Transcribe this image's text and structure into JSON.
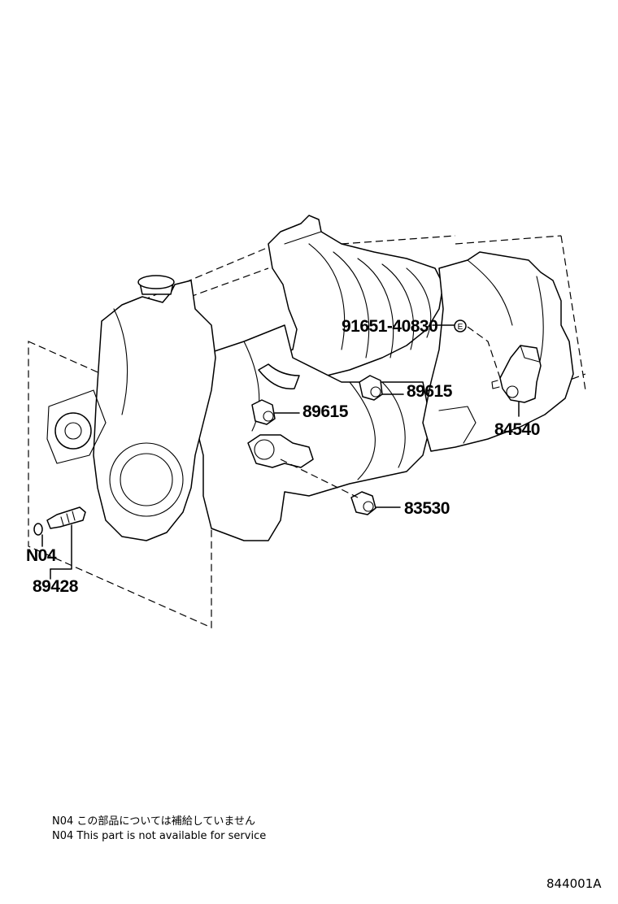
{
  "parts": {
    "p91651": "91651-40830",
    "p89615a": "89615",
    "p89615b": "89615",
    "p84540": "84540",
    "p83530": "83530",
    "n04": "N04",
    "p89428": "89428",
    "e_marker": "E"
  },
  "notes": {
    "jp": "N04 この部品については補給していません",
    "en": "N04 This part is not available for service"
  },
  "figure_id": "844001A"
}
